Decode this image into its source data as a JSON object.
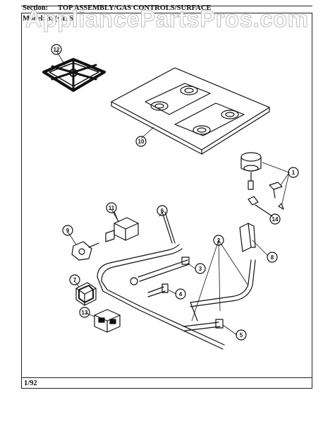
{
  "header": {
    "section_label": "Section:",
    "section_title": "TOP ASSEMBLY/GAS CONTROLS/SURFACE",
    "model_line": "Model: 3S(•)L.S"
  },
  "watermark": "AppliancePartsPros.com",
  "footer": {
    "date": "1/92"
  },
  "callouts": {
    "c1": "1",
    "c2": "2",
    "c3": "3",
    "c4": "4",
    "c5": "5",
    "c6": "6",
    "c7": "7",
    "c8": "8",
    "c9": "9",
    "c10": "10",
    "c11": "11",
    "c12": "12",
    "c13": "13",
    "c14": "14"
  }
}
